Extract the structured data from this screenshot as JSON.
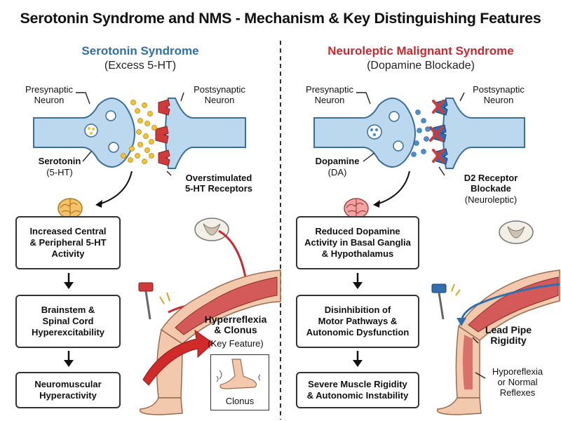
{
  "title": "Serotonin Syndrome and NMS - Mechanism & Key Distinguishing Features",
  "colors": {
    "ss_accent": "#2e6fa8",
    "nms_accent": "#c8282d",
    "neuron_fill": "#bcd8ee",
    "neuron_stroke": "#3a6f9a",
    "serotonin": "#f2c231",
    "receptor_red": "#d13a3a",
    "receptor_blue": "#2f6fb0",
    "dopamine": "#4a8fcf"
  },
  "ss": {
    "title": "Serotonin Syndrome",
    "subtitle": "(Excess 5-HT)",
    "presynaptic": "Presynaptic\nNeuron",
    "postsynaptic": "Postsynaptic\nNeuron",
    "nt_name": "Serotonin",
    "nt_abbr": "(5-HT)",
    "receptor_label": "Overstimulated\n5-HT Receptors",
    "flow": [
      "Increased Central\n& Peripheral 5-HT\nActivity",
      "Brainstem &\nSpinal Cord\nHyperexcitability",
      "Neuromuscular\nHyperactivity"
    ],
    "feature_title": "Hyperreflexia\n& Clonus",
    "feature_sub": "(Key Feature)",
    "inset_label": "Clonus",
    "icons": [
      "brain-icon",
      "reflex-hammer-icon",
      "spinal-cord-icon",
      "leg-icon",
      "foot-icon"
    ]
  },
  "nms": {
    "title": "Neuroleptic Malignant Syndrome",
    "subtitle": "(Dopamine Blockade)",
    "presynaptic": "Presynaptic\nNeuron",
    "postsynaptic": "Postsynaptic\nNeuron",
    "nt_name": "Dopamine",
    "nt_abbr": "(DA)",
    "receptor_label": "D2 Receptor\nBlockade",
    "receptor_sub": "(Neuroleptic)",
    "flow": [
      "Reduced Dopamine\nActivity in Basal Ganglia\n& Hypothalamus",
      "Disinhibition of\nMotor Pathways &\nAutonomic Dysfunction",
      "Severe Muscle Rigidity\n& Autonomic Instability"
    ],
    "feature_title": "Lead Pipe\nRigidity",
    "feature_sub": "Hyporeflexia\nor Normal\nReflexes",
    "icons": [
      "brain-icon",
      "reflex-hammer-icon",
      "spinal-cord-icon",
      "leg-icon"
    ]
  }
}
